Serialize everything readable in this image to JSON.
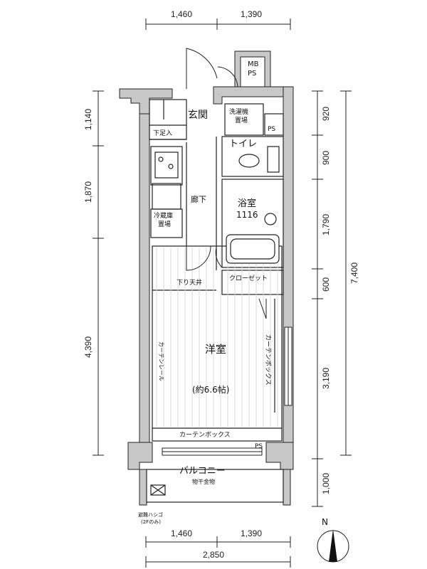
{
  "dimensions": {
    "top": [
      "1,460",
      "1,390"
    ],
    "bottom": [
      "1,460",
      "1,390"
    ],
    "bottom_total": "2,850",
    "left": [
      "1,140",
      "1,870",
      "4,390"
    ],
    "right": [
      "920",
      "900",
      "1,790",
      "600",
      "3,190",
      "1,000"
    ],
    "right_total": "7,400"
  },
  "rooms": {
    "mbps_line1": "MB",
    "mbps_line2": "PS",
    "entrance": "玄関",
    "washer_line1": "洗濯機",
    "washer_line2": "置場",
    "shoe_box": "下足入",
    "ps": "PS",
    "toilet": "トイレ",
    "corridor": "廊下",
    "bath": "浴室",
    "bath_size": "1116",
    "fridge_line1": "冷蔵庫",
    "fridge_line2": "置場",
    "lowered_ceiling": "下り天井",
    "closet": "クローゼット",
    "main_room": "洋室",
    "main_room_size": "(約6.6帖)",
    "curtain_rail": "カーテンレール",
    "curtain_box_right": "カーテンボックス",
    "curtain_box_bottom": "カーテンボックス",
    "ps_bottom": "PS",
    "balcony": "バルコニー",
    "balcony_note": "物干金物",
    "escape_ladder_line1": "避難ハシゴ",
    "escape_ladder_line2": "(2Fのみ)",
    "north": "N"
  },
  "colors": {
    "wall": "#c8c8c8",
    "line": "#222222"
  }
}
